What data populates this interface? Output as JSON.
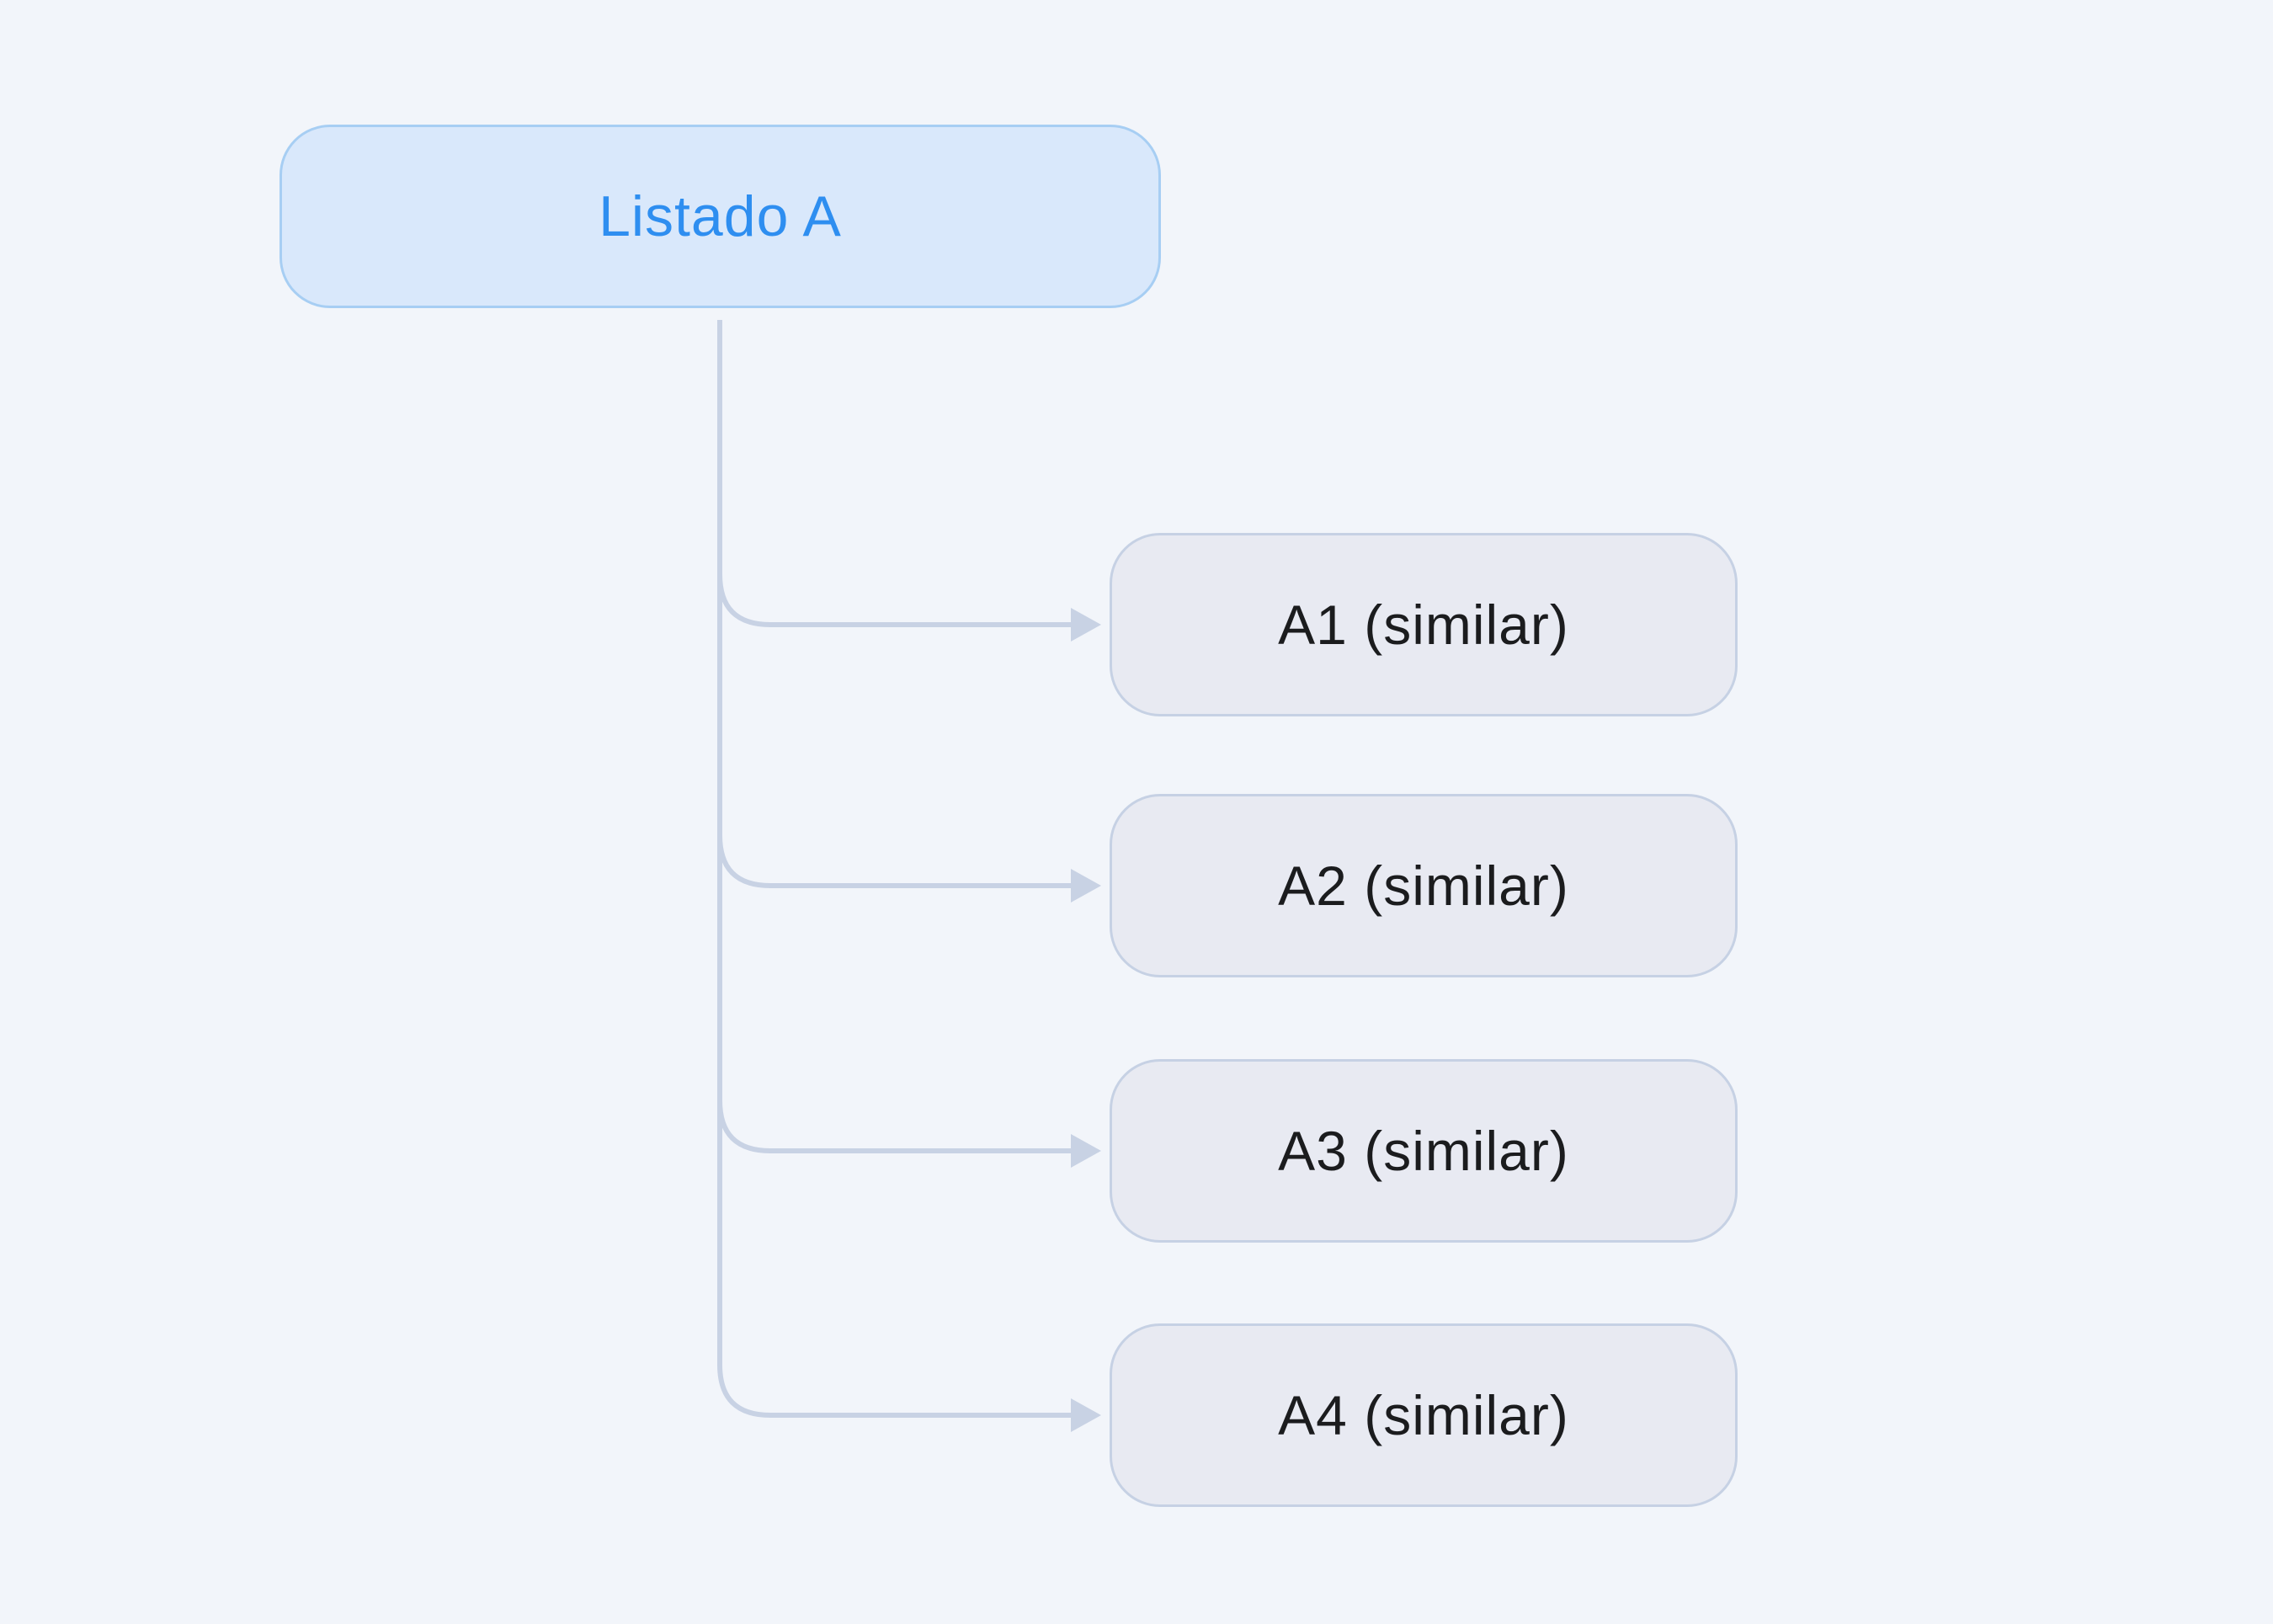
{
  "diagram": {
    "root": {
      "label": "Listado A"
    },
    "children": [
      {
        "label": "A1 (similar)"
      },
      {
        "label": "A2 (similar)"
      },
      {
        "label": "A3 (similar)"
      },
      {
        "label": "A4 (similar)"
      }
    ],
    "colors": {
      "background": "#f2f5fa",
      "root_fill": "#d9e8fb",
      "root_border": "#a7cef3",
      "root_text": "#2e8ef0",
      "child_fill": "#e8eaf2",
      "child_border": "#c6d1e4",
      "child_text": "#1b1c1e",
      "connector": "#c8d2e4"
    }
  }
}
